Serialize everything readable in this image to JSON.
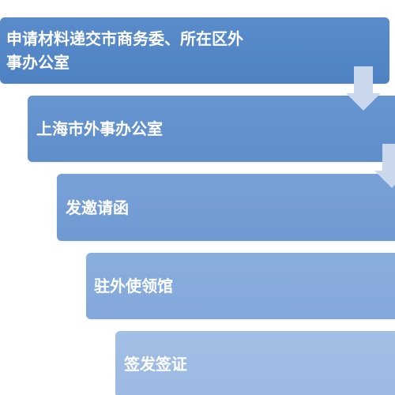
{
  "steps": [
    {
      "line1": "申请材料递交市商务委、所在区外",
      "line2": "事办公室"
    },
    {
      "label": "上海市外事办公室"
    },
    {
      "label": "发邀请函"
    },
    {
      "label": "驻外使领馆"
    },
    {
      "label": "签发签证"
    }
  ],
  "colors": {
    "step1": "#5a8ccc",
    "step2": "#6795d1",
    "step3": "#78a1d7",
    "step4": "#8aaedd",
    "step5": "#a2bfe5",
    "arrow": "#c9d8ec"
  }
}
